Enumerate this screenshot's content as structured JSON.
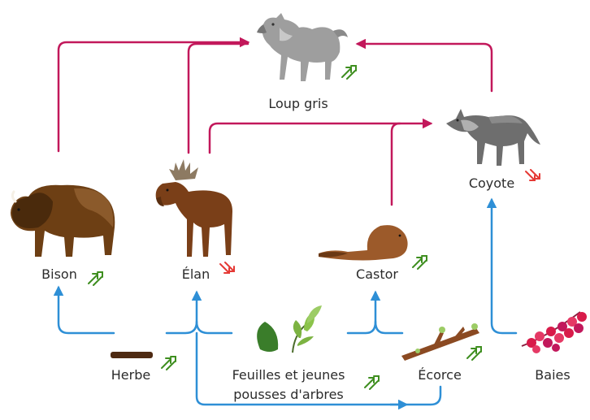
{
  "colors": {
    "predation_arrow": "#c2185b",
    "food_arrow": "#2e8fd6",
    "increase": "#3e8e1f",
    "decrease": "#e53935"
  },
  "nodes": {
    "wolf": {
      "label": "Loup gris",
      "trend": "up",
      "icon": "wolf-illustration"
    },
    "coyote": {
      "label": "Coyote",
      "trend": "down",
      "icon": "coyote-illustration"
    },
    "bison": {
      "label": "Bison",
      "trend": "up",
      "icon": "bison-illustration"
    },
    "elk": {
      "label": "Élan",
      "trend": "down",
      "icon": "moose-illustration"
    },
    "beaver": {
      "label": "Castor",
      "trend": "up",
      "icon": "beaver-illustration"
    },
    "grass": {
      "label": "Herbe",
      "trend": "up",
      "icon": "grass-illustration"
    },
    "leaves": {
      "label_line1": "Feuilles et jeunes",
      "label_line2": "pousses d'arbres",
      "trend": "up",
      "icon": "leaves-illustration"
    },
    "bark": {
      "label": "Écorce",
      "trend": "up",
      "icon": "bark-branch-illustration"
    },
    "berries": {
      "label": "Baies",
      "trend": null,
      "icon": "berries-illustration"
    }
  }
}
